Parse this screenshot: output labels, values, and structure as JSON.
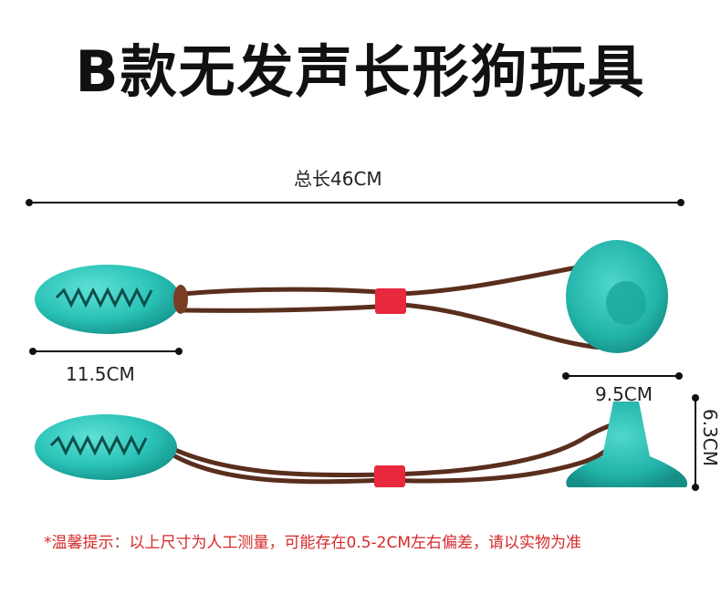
{
  "title": "B款无发声长形狗玩具",
  "measurements": {
    "total_length": "总长46CM",
    "ball_length": "11.5CM",
    "cup_width": "9.5CM",
    "cup_height": "6.3CM"
  },
  "note": "*温馨提示：以上尺寸为人工测量，可能存在0.5-2CM左右偏差，请以实物为准",
  "colors": {
    "toy_teal": "#2bc3b8",
    "rope_brown": "#5a2e1d",
    "clip_red": "#e8283c",
    "note_red": "#d42a2a"
  }
}
